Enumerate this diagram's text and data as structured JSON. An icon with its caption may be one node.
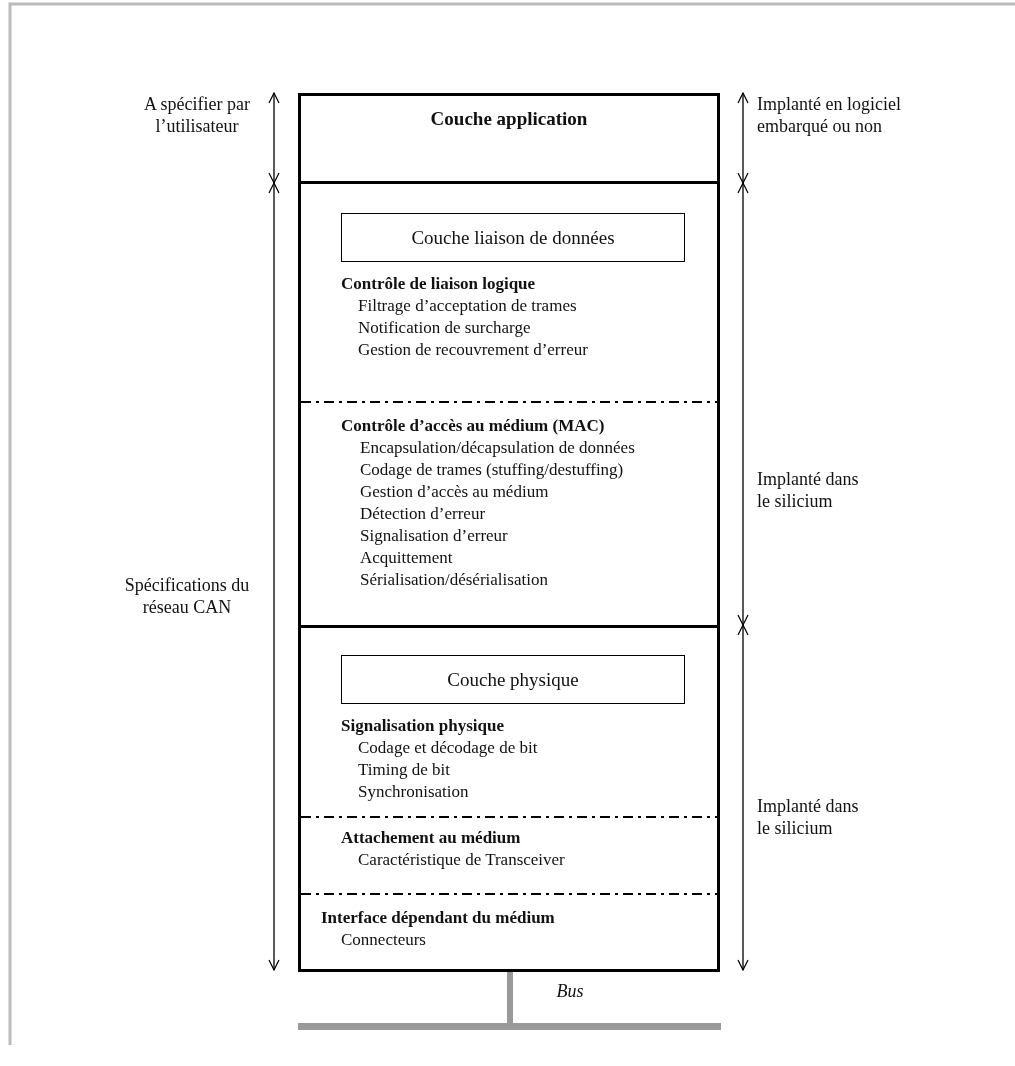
{
  "diagram": {
    "nodes": [
      {
        "text": [
          "Couche application"
        ]
      },
      {
        "text": [],
        "shape": "box"
      },
      {
        "text": [
          "Couche liaison de données"
        ],
        "in": 1
      },
      {
        "text": [
          "Contrôle de liaison logique",
          "Filtrage d’acceptation de trames",
          "Notification de surcharge",
          "Gestion de recouvrement d’erreur"
        ],
        "in": 1
      },
      {
        "text": [
          "Contrôle d’accès au médium (MAC)",
          "Encapsulation/décapsulation de données",
          "Codage de trames (stuffing/destuffing)",
          "Gestion d’accès au médium",
          "Détection d’erreur",
          "Signalisation d’erreur",
          "Acquittement",
          "Sérialisation/désérialisation"
        ],
        "in": 1
      },
      {
        "text": [],
        "shape": "box"
      },
      {
        "text": [
          "Couche physique"
        ],
        "in": 5
      },
      {
        "text": [
          "Signalisation physique",
          "Codage et décodage de bit",
          "Timing de bit",
          "Synchronisation"
        ],
        "in": 5
      },
      {
        "text": [
          "Attachement au médium",
          "Caractéristique de Transceiver"
        ],
        "in": 5
      },
      {
        "text": [
          "Interface dépendant du médium",
          "Connecteurs"
        ],
        "in": 5
      },
      {
        "text": [],
        "shape": "bar"
      }
    ],
    "edges": [
      {
        "from": 5,
        "to": 10,
        "arrow": "none"
      }
    ],
    "labels": [
      "A spécifier par l’utilisateur",
      "Implanté en logiciel embarqué ou non",
      "Implanté dans le silicium",
      "Spécifications du réseau CAN",
      "Implanté dans le silicium",
      "Bus"
    ]
  }
}
